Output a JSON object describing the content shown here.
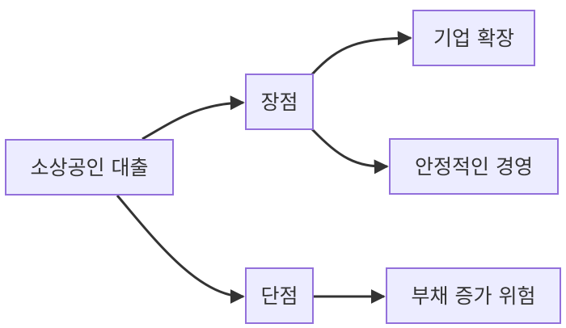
{
  "diagram": {
    "nodes": {
      "loan": "소상공인 대출",
      "advantage": "장점",
      "disadvantage": "단점",
      "expansion": "기업 확장",
      "stable": "안정적인 경영",
      "debt": "부채 증가 위험"
    },
    "edges": [
      {
        "from": "loan",
        "to": "advantage"
      },
      {
        "from": "loan",
        "to": "disadvantage"
      },
      {
        "from": "advantage",
        "to": "expansion"
      },
      {
        "from": "advantage",
        "to": "stable"
      },
      {
        "from": "disadvantage",
        "to": "debt"
      }
    ],
    "colors": {
      "node_fill": "#ececff",
      "node_border": "#9370db",
      "edge": "#333333",
      "text": "#333333"
    }
  }
}
